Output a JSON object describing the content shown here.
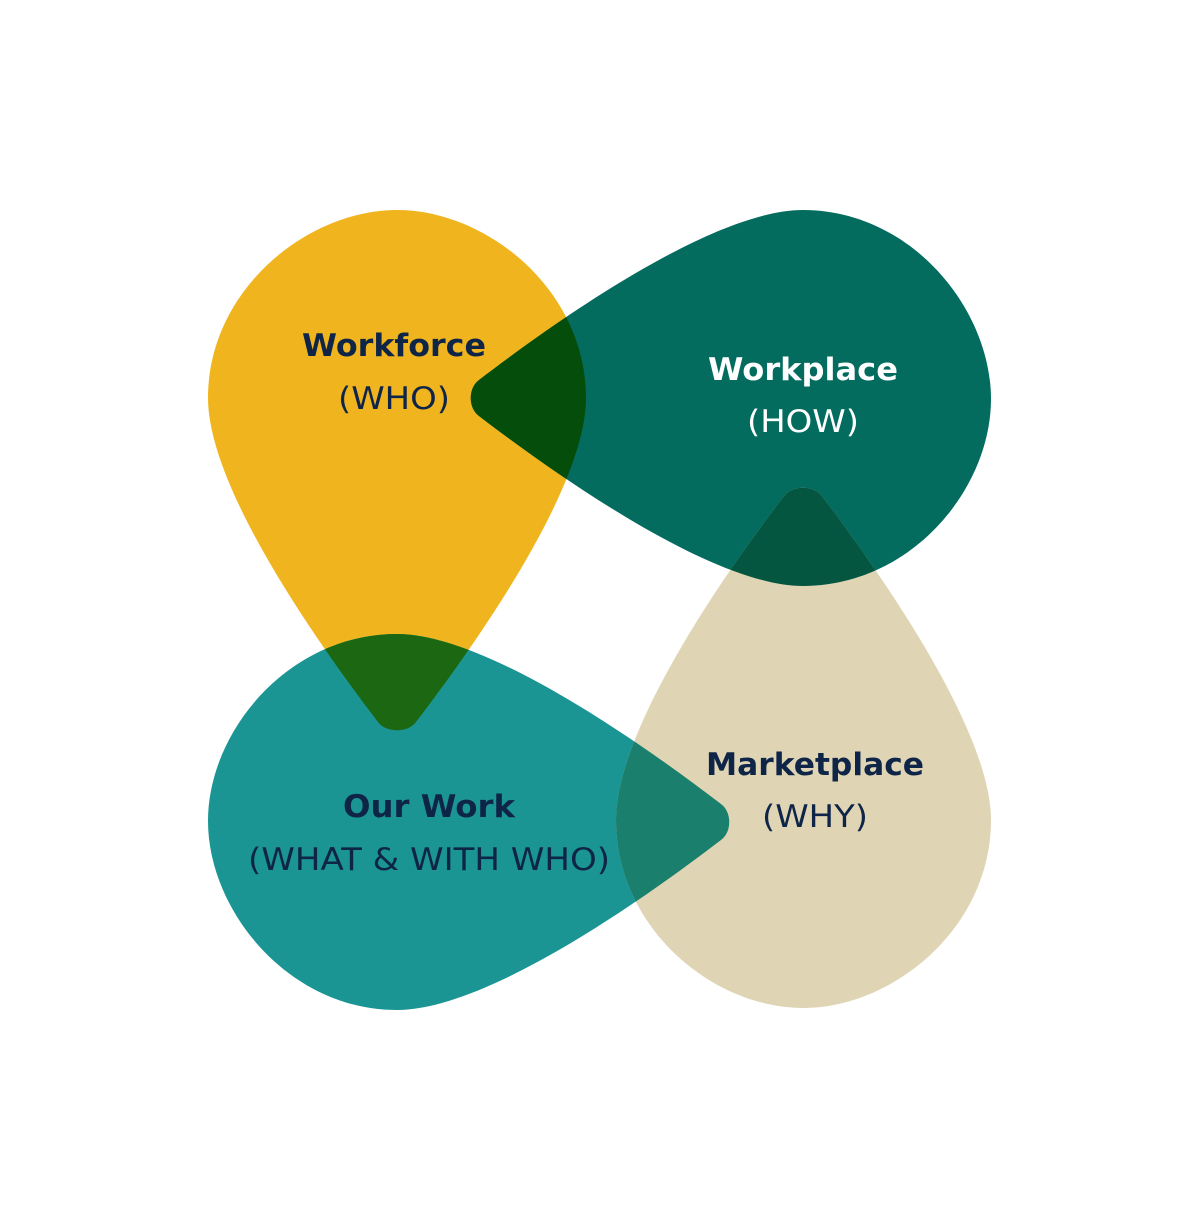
{
  "colors": {
    "background": "#ffffff",
    "workforce": "#F0B51E",
    "workplace": "#036C5F",
    "our_work": "#1A9594",
    "marketplace": "#DFD5B5",
    "overlap_workforce_workplace": "#044D0A",
    "overlap_workforce_ourwork": "#1C6711",
    "overlap_workplace_marketplace": "#045640",
    "overlap_ourwork_marketplace": "#1A7F6C",
    "text_dark": "#0F2548",
    "text_light": "#FFFFFF"
  },
  "shapes": [
    {
      "id": "workforce",
      "icon": "teardrop-pointing-down",
      "title": "Workforce",
      "subtitle": "(WHO)",
      "text_color": "#0F2548"
    },
    {
      "id": "workplace",
      "icon": "teardrop-pointing-left",
      "title": "Workplace",
      "subtitle": "(HOW)",
      "text_color": "#FFFFFF"
    },
    {
      "id": "our_work",
      "icon": "teardrop-pointing-right",
      "title": "Our Work",
      "subtitle": "(WHAT & WITH WHO)",
      "text_color": "#0F2548"
    },
    {
      "id": "marketplace",
      "icon": "teardrop-pointing-up",
      "title": "Marketplace",
      "subtitle": "(WHY)",
      "text_color": "#0F2548"
    }
  ]
}
